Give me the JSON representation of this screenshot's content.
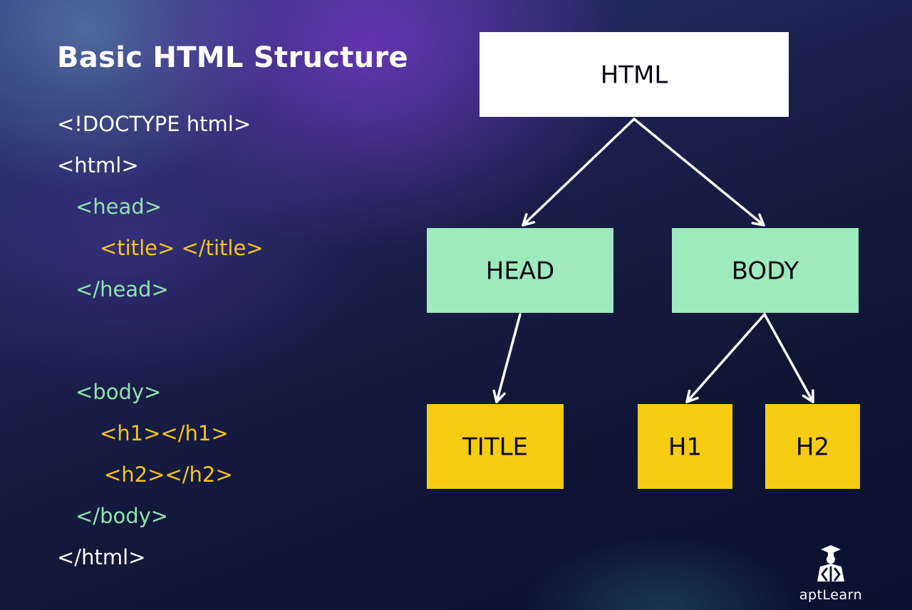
{
  "title": "Basic HTML Structure",
  "code_lines": [
    {
      "text": "<!DOCTYPE html>",
      "color": "#ffffff"
    },
    {
      "text": "<html>",
      "color": "#ffffff"
    },
    {
      "text": "<head>",
      "color": "#8fe3ae"
    },
    {
      "text": "<title> </title>",
      "color": "#f5c518"
    },
    {
      "text": "</head>",
      "color": "#8fe3ae"
    },
    {
      "text": "<body>",
      "color": "#8fe3ae"
    },
    {
      "text": "<h1></h1>",
      "color": "#f5c518"
    },
    {
      "text": "<h2></h2>",
      "color": "#f5c518"
    },
    {
      "text": "</body>",
      "color": "#8fe3ae"
    },
    {
      "text": "</html>",
      "color": "#ffffff"
    }
  ],
  "tree": {
    "nodes": [
      {
        "id": "html",
        "label": "HTML",
        "color": "#ffffff"
      },
      {
        "id": "head",
        "label": "HEAD",
        "color": "#9eeabd"
      },
      {
        "id": "body",
        "label": "BODY",
        "color": "#9eeabd"
      },
      {
        "id": "title",
        "label": "TITLE",
        "color": "#f5cc12"
      },
      {
        "id": "h1",
        "label": "H1",
        "color": "#f5cc12"
      },
      {
        "id": "h2",
        "label": "H2",
        "color": "#f5cc12"
      }
    ],
    "edges": [
      {
        "from": "html",
        "to": "head"
      },
      {
        "from": "html",
        "to": "body"
      },
      {
        "from": "head",
        "to": "title"
      },
      {
        "from": "body",
        "to": "h1"
      },
      {
        "from": "body",
        "to": "h2"
      }
    ]
  },
  "brand": {
    "name": "aptLearn",
    "icon": "graduate-logo-icon"
  },
  "colors": {
    "background": "#0d1330",
    "code_white": "#ffffff",
    "code_green": "#8fe3ae",
    "code_yellow": "#f5c518",
    "node_white": "#ffffff",
    "node_green": "#9eeabd",
    "node_yellow": "#f5cc12"
  }
}
